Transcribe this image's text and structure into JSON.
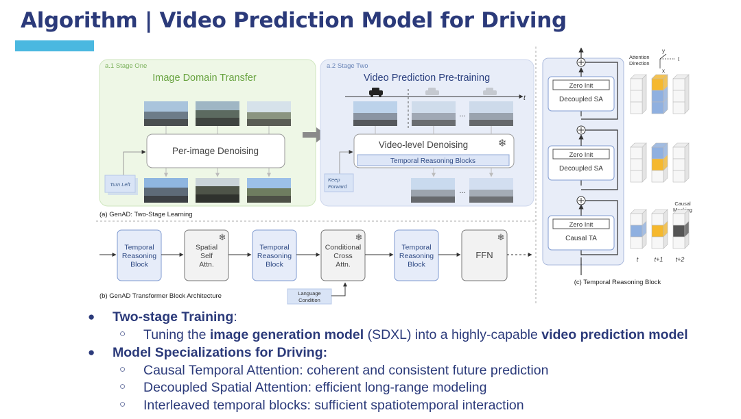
{
  "slide": {
    "title": "Algorithm | Video Prediction Model for Driving"
  },
  "figure": {
    "panel_a": {
      "stage_one_tag": "a.1 Stage One",
      "stage_one_title": "Image Domain Transfer",
      "stage_one_module": "Per-image Denoising",
      "stage_one_condition": "Turn Left",
      "stage_two_tag": "a.2 Stage Two",
      "stage_two_title": "Video Prediction Pre-training",
      "stage_two_module": "Video-level Denoising",
      "stage_two_inner": "Temporal Reasoning Blocks",
      "stage_two_condition_1": "Keep",
      "stage_two_condition_2": "Forward",
      "time_axis": "t",
      "ellipsis": "...",
      "caption": "(a) GenAD: Two-Stage Learning"
    },
    "panel_b": {
      "blocks": [
        {
          "lines": [
            "Temporal",
            "Reasoning",
            "Block"
          ],
          "frozen": false
        },
        {
          "lines": [
            "Spatial",
            "Self",
            "Attn."
          ],
          "frozen": true
        },
        {
          "lines": [
            "Temporal",
            "Reasoning",
            "Block"
          ],
          "frozen": false
        },
        {
          "lines": [
            "Conditional",
            "Cross",
            "Attn."
          ],
          "frozen": true
        },
        {
          "lines": [
            "Temporal",
            "Reasoning",
            "Block"
          ],
          "frozen": false
        },
        {
          "lines": [
            "FFN"
          ],
          "frozen": true
        }
      ],
      "language_1": "Language",
      "language_2": "Condition",
      "caption": "(b) GenAD Transformer Block Architecture"
    },
    "panel_c": {
      "layers": [
        {
          "init": "Zero Init",
          "name": "Decoupled SA"
        },
        {
          "init": "Zero Init",
          "name": "Decoupled SA"
        },
        {
          "init": "Zero Init",
          "name": "Causal TA"
        }
      ],
      "attention_1": "Attention",
      "attention_2": "Direction",
      "axis_y": "y",
      "axis_t": "t",
      "axis_x": "x",
      "causal_1": "Causal",
      "causal_2": "Masking",
      "frames": [
        "t",
        "t+1",
        "t+2"
      ],
      "caption": "(c) Temporal Reasoning Block",
      "colors": {
        "yellow": "#f5b82e",
        "blue": "#8fb0e0",
        "dark": "#555555",
        "grey": "#d4d4d4"
      }
    }
  },
  "bullets": [
    {
      "title": "Two-stage Training",
      "suffix": ":",
      "subs": [
        [
          {
            "t": "Tuning the ",
            "b": false
          },
          {
            "t": "image generation model",
            "b": true
          },
          {
            "t": " (SDXL) into a highly-capable ",
            "b": false
          },
          {
            "t": "video prediction model",
            "b": true
          }
        ]
      ]
    },
    {
      "title": "Model Specializations for Driving:",
      "suffix": "",
      "subs": [
        [
          {
            "t": "Causal Temporal Attention: coherent and consistent future prediction",
            "b": false
          }
        ],
        [
          {
            "t": "Decoupled Spatial Attention: efficient long-range modeling",
            "b": false
          }
        ],
        [
          {
            "t": "Interleaved temporal blocks: sufficient spatiotemporal interaction",
            "b": false
          }
        ]
      ]
    }
  ]
}
